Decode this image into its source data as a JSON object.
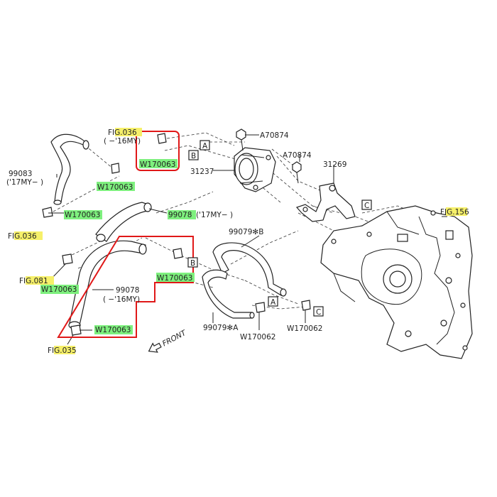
{
  "colors": {
    "highlight_green": "#7ef07e",
    "highlight_yellow": "#f6f06a",
    "callout_red": "#e01818",
    "line": "#222222"
  },
  "labels": {
    "fig036_top_prefix": "F",
    "fig036_top_hl": "IG.036",
    "fig036_top_note": "( −'16MY)",
    "w170063_boxed": "W170063",
    "w170063_upper_left": "W170063",
    "w170063_mid_left": "W170063",
    "w170063_lower_left": "W170063",
    "w170063_red_right": "W170063",
    "w170063_red_bottom": "W170063",
    "p99083": "99083",
    "p99083_note": "('17MY− )",
    "fig036_left_prefix": "F",
    "fig036_left_hl": "IG.036",
    "p99078_top": "99078",
    "p99078_top_note": "('17MY− )",
    "fig081_prefix": "F",
    "fig081_hl": "IG.081",
    "p99078_red": "99078",
    "p99078_red_note": "( −'16MY)",
    "fig035_prefix": "F",
    "fig035_hl": "IG.03",
    "fig035_tail": "5",
    "a70874_top": "A70874",
    "a70874_mid": "A70874",
    "p31237": "31237",
    "p31269": "31269",
    "p99079b": "99079✻B",
    "p99079a": "99079✻A",
    "w170062_left": "W170062",
    "w170062_right": "W170062",
    "fig156_prefix": "F",
    "fig156_hl": "IG.15",
    "fig156_tail": "6",
    "ref_a_top": "A",
    "ref_b_top": "B",
    "ref_c_right": "C",
    "ref_b_mid": "B",
    "ref_a_bottom": "A",
    "ref_c_bottom": "C",
    "front": "FRONT"
  },
  "icons": {
    "front_arrow": "front-arrow-icon",
    "clamp": "hose-clamp-icon"
  }
}
